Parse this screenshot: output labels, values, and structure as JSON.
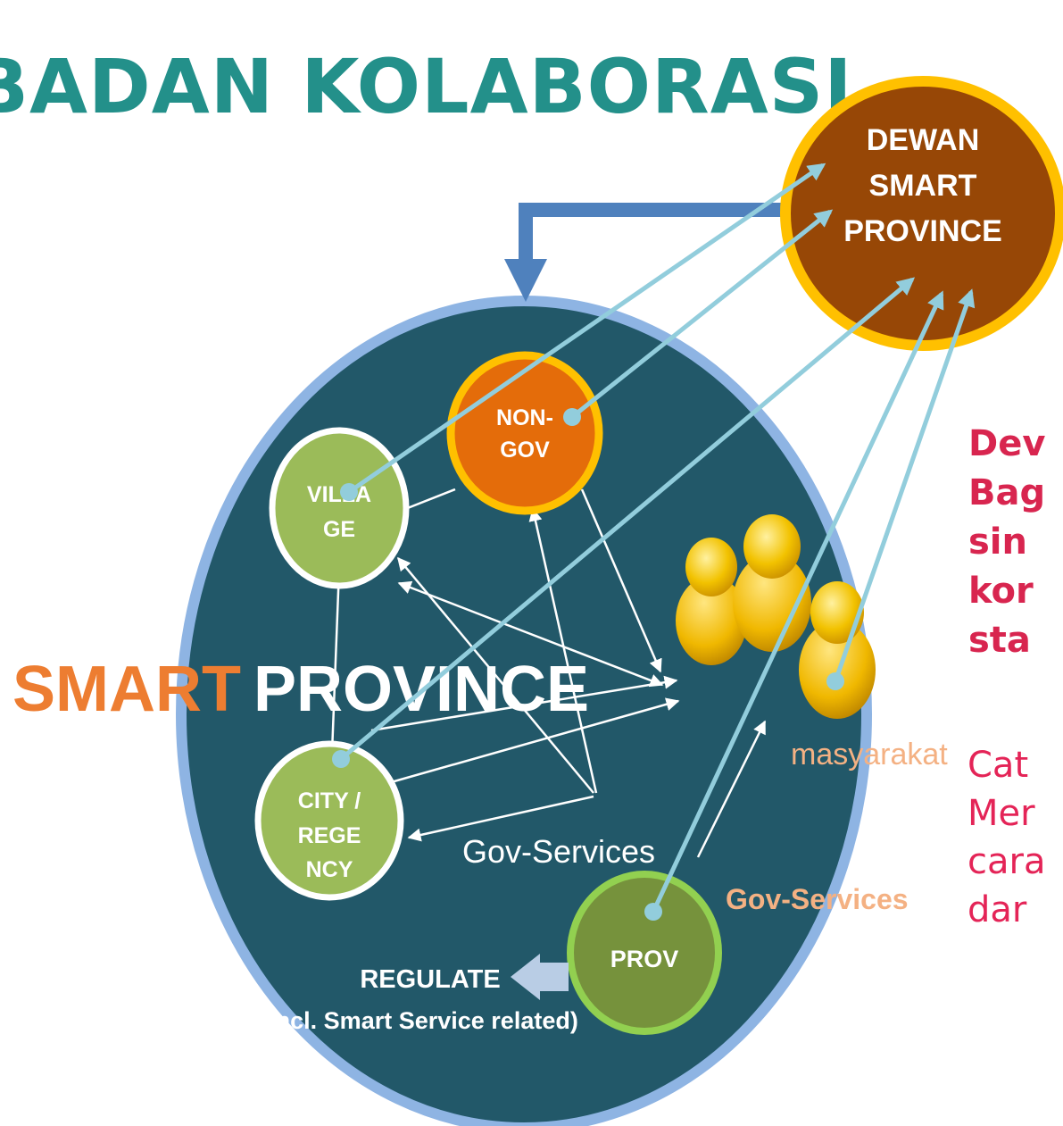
{
  "title": "BADAN KOLABORASI",
  "council": {
    "line1": "DEWAN",
    "line2": "SMART",
    "line3": "PROVINCE"
  },
  "center_label": {
    "smart": "SMART",
    "province": "PROVINCE"
  },
  "nodes": {
    "non_gov": {
      "line1": "NON-",
      "line2": "GOV"
    },
    "village": {
      "line1": "VILLA",
      "line2": "GE"
    },
    "city": {
      "line1": "CITY /",
      "line2": "REGE",
      "line3": "NCY"
    },
    "prov": {
      "line1": "PROV"
    }
  },
  "community_label": "masyarakat",
  "gov_services_inner": "Gov-Services",
  "gov_services_outer": "Gov-Services",
  "regulate": {
    "line1": "REGULATE",
    "line2": "(incl. Smart Service related)"
  },
  "right_text_bold": [
    "Dev",
    "Bag",
    "sin",
    "kor",
    "sta"
  ],
  "right_text_regular": [
    "Cat",
    "Mer",
    "cara",
    "dar"
  ],
  "colors": {
    "title": "#23908a",
    "ellipse": "#225869",
    "ellipse_border": "#8eb4e3",
    "green_node": "#9bbb59",
    "prov_node": "#76923c",
    "non_gov_node": "#e46c0a",
    "council_fill": "#974706",
    "council_border": "#ffc000",
    "connector": "#92cddc",
    "accent_orange": "#ed7d31",
    "muted_orange": "#f4b183"
  },
  "icons": [
    "people-group-icon",
    "regulate-arrow-icon",
    "feedback-arrow-icon"
  ]
}
